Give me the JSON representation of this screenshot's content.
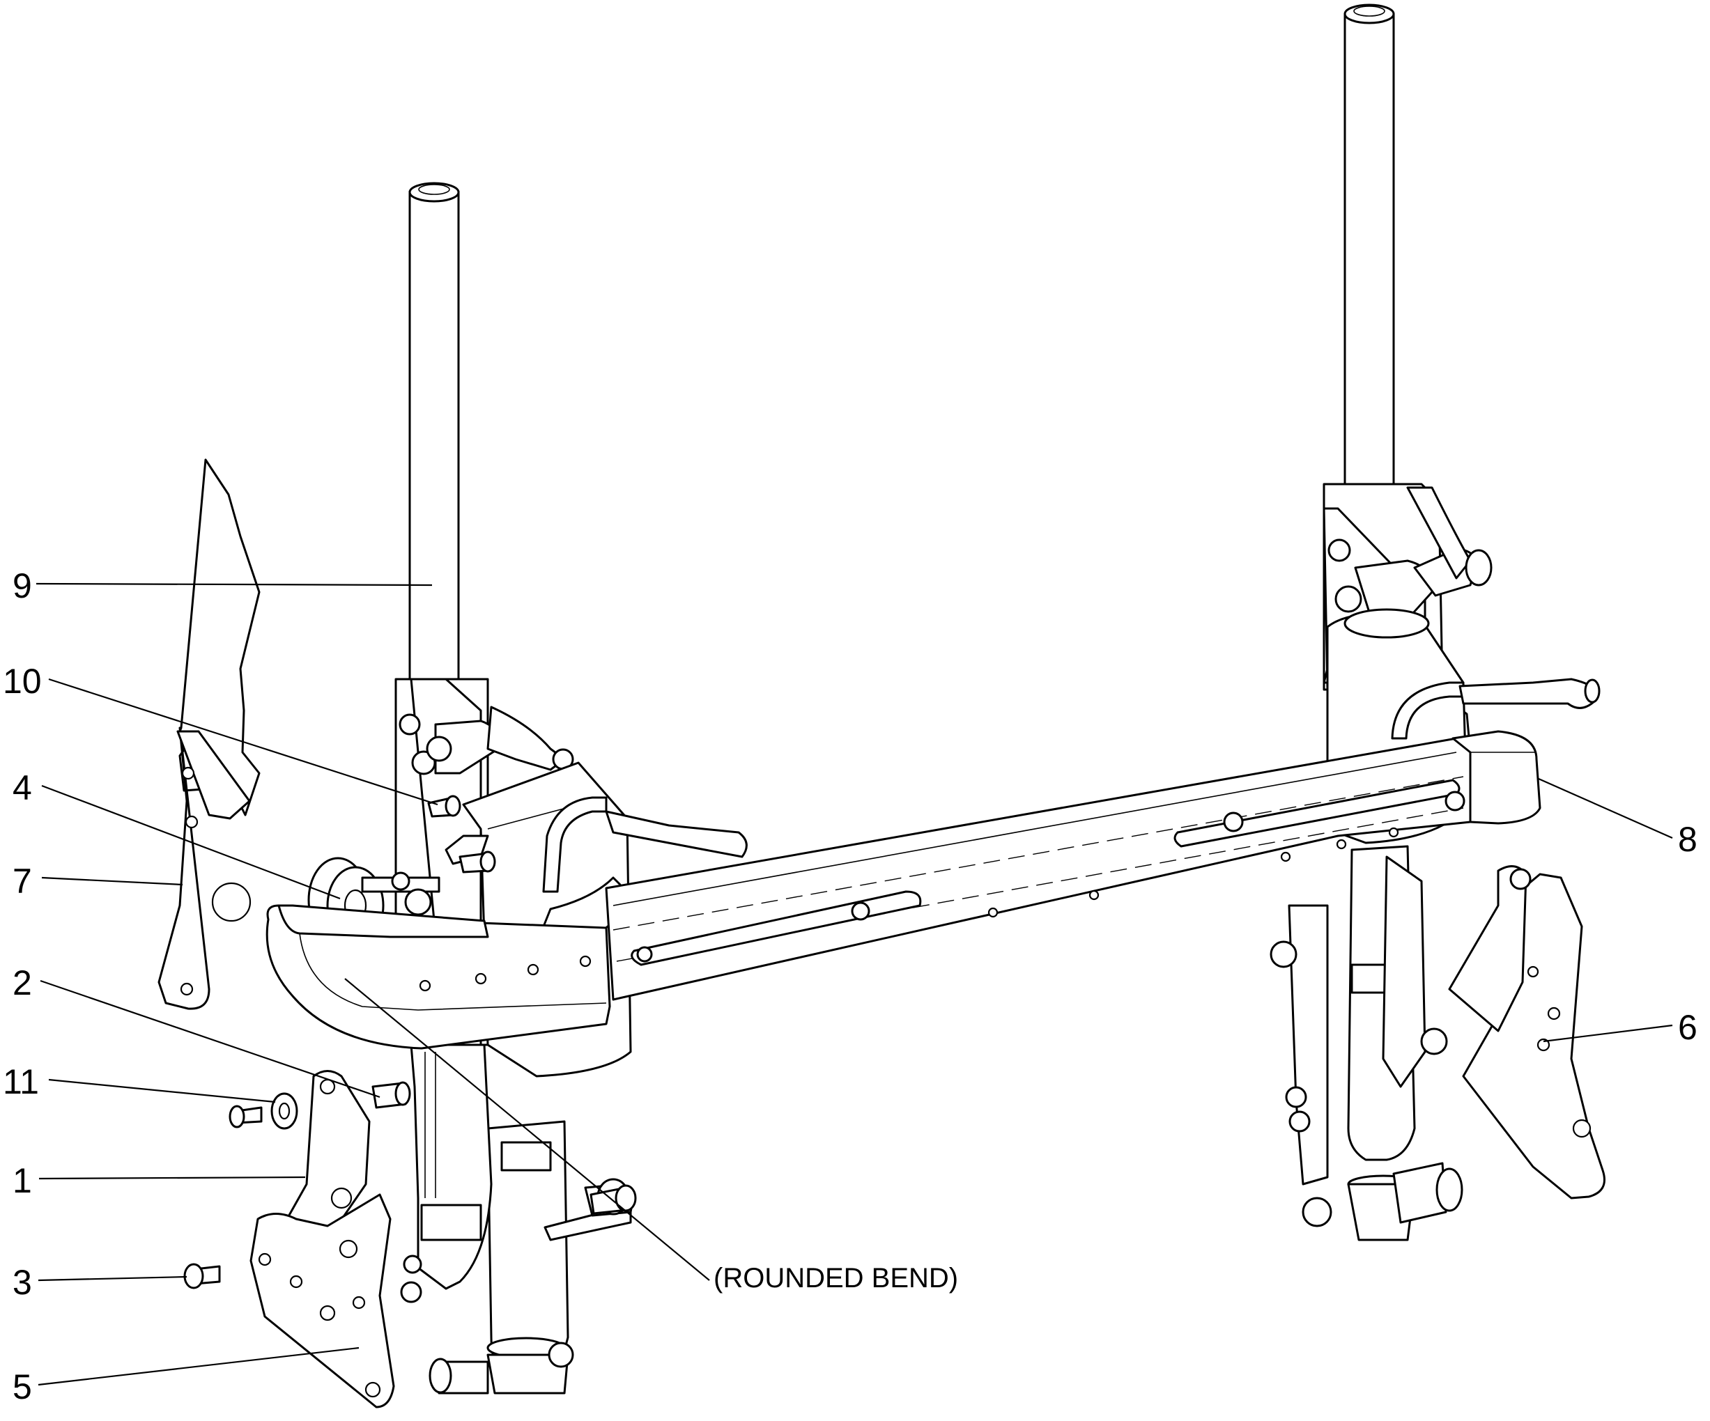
{
  "callouts": {
    "c1": "1",
    "c2": "2",
    "c3": "3",
    "c4": "4",
    "c5": "5",
    "c6": "6",
    "c7": "7",
    "c8": "8",
    "c9": "9",
    "c10": "10",
    "c11": "11",
    "note": "(ROUNDED BEND)"
  },
  "colors": {
    "line": "#000000",
    "background": "#ffffff"
  }
}
